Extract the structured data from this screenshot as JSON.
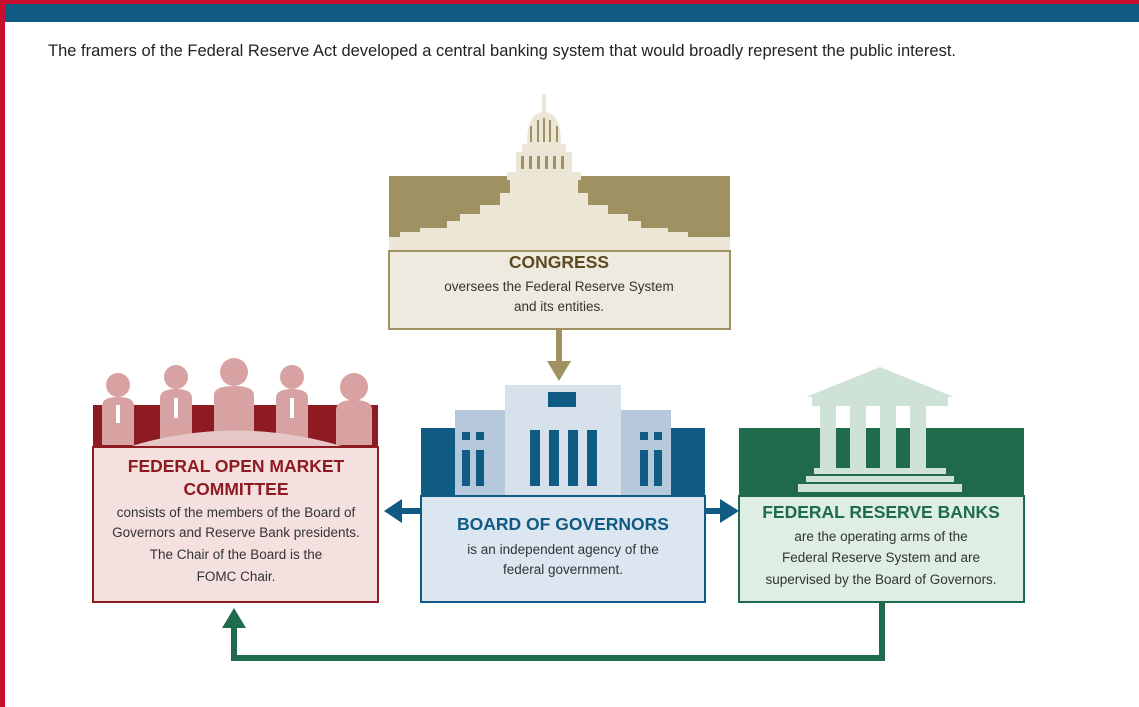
{
  "intro": "The framers of the Federal Reserve Act developed a central banking system that would broadly represent the public interest.",
  "congress": {
    "title": "CONGRESS",
    "line1": "oversees the Federal Reserve System",
    "line2": "and its entities."
  },
  "board": {
    "title": "BOARD OF GOVERNORS",
    "line1": "is an independent agency of the",
    "line2": "federal government."
  },
  "fomc": {
    "title1": "FEDERAL OPEN MARKET",
    "title2": "COMMITTEE",
    "line1": "consists of the members of the Board of",
    "line2": "Governors and Reserve Bank presidents.",
    "line3": "The Chair of the Board is the",
    "line4": "FOMC Chair."
  },
  "banks": {
    "title": "FEDERAL RESERVE BANKS",
    "line1": "are the operating arms of the",
    "line2": "Federal Reserve System and are",
    "line3": "supervised by the Board of Governors."
  },
  "colors": {
    "congress": "#a09162",
    "board": "#0f5b84",
    "fomc": "#8e1b22",
    "banks": "#1f6b4c"
  }
}
